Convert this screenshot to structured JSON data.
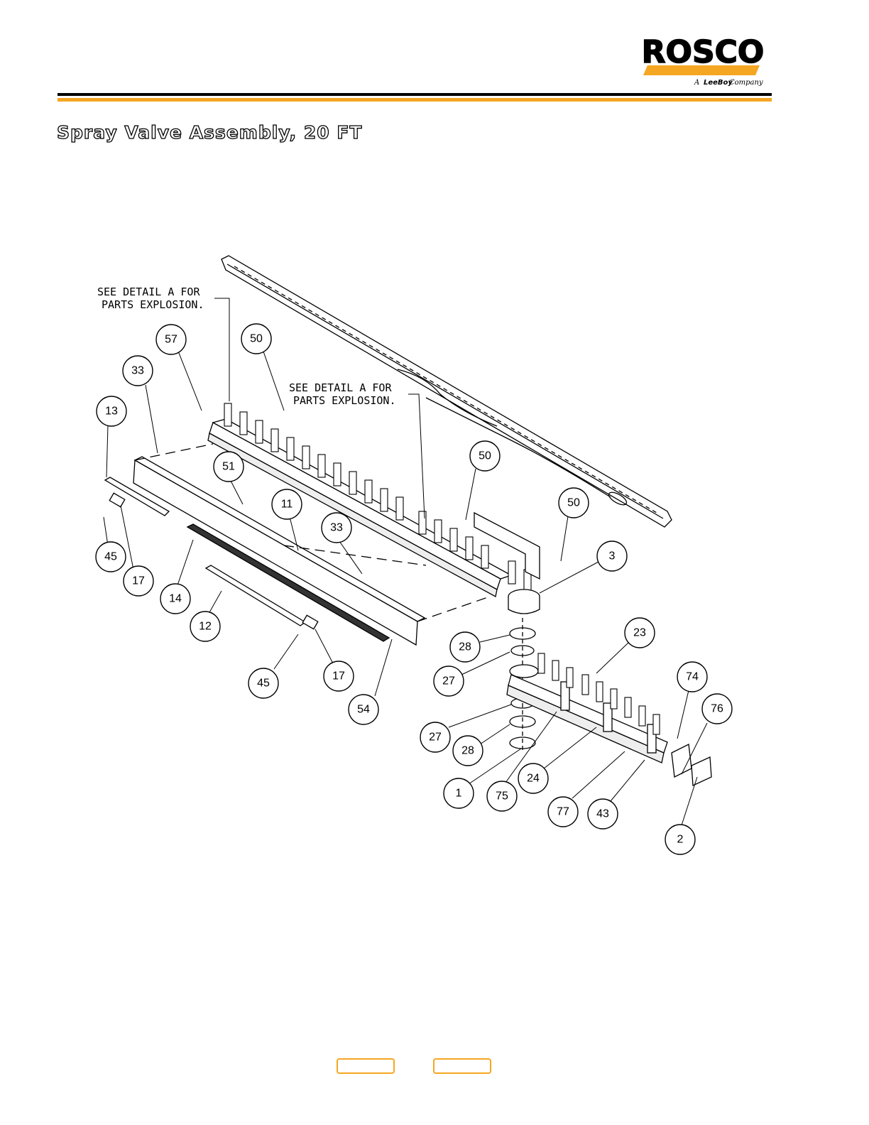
{
  "brand": {
    "name": "ROSCO",
    "tagline_prefix": "A",
    "tagline_brand": "LeeBoy",
    "tagline_suffix": "Company",
    "accent": "#f5a623"
  },
  "page": {
    "title": "Spray Valve Assembly, 20 FT"
  },
  "diagram": {
    "notes": [
      {
        "line1": "SEE DETAIL A FOR",
        "line2": "PARTS EXPLOSION."
      },
      {
        "line1": "SEE DETAIL A FOR",
        "line2": "PARTS EXPLOSION."
      }
    ],
    "callouts": [
      "57",
      "50",
      "33",
      "13",
      "51",
      "11",
      "33",
      "50",
      "50",
      "3",
      "45",
      "17",
      "14",
      "12",
      "28",
      "23",
      "27",
      "74",
      "76",
      "45",
      "17",
      "54",
      "27",
      "28",
      "24",
      "1",
      "75",
      "77",
      "43",
      "2"
    ]
  },
  "nav": {
    "prev_label": "",
    "next_label": ""
  }
}
